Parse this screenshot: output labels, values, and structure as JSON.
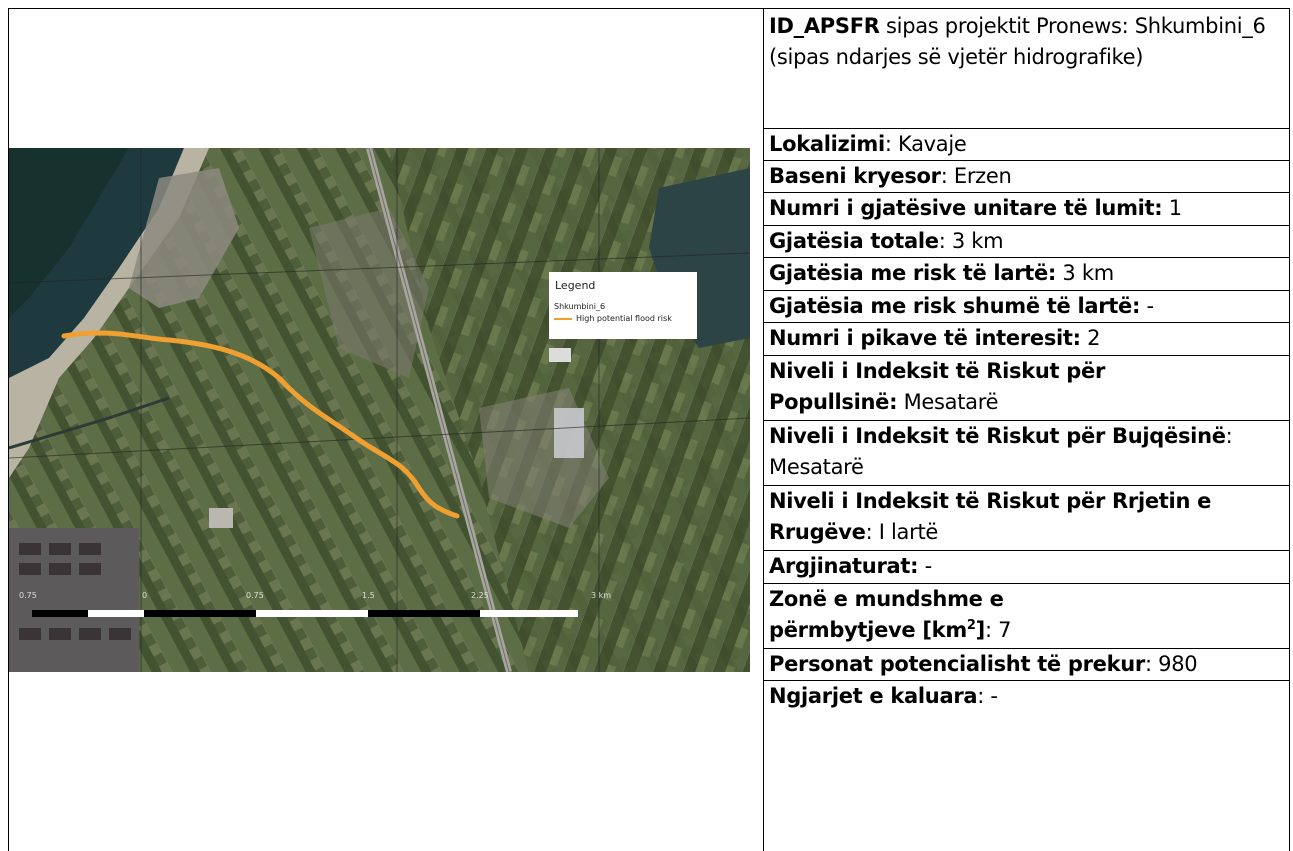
{
  "header": {
    "id_label": "ID_APSFR",
    "id_text": " sipas projektit Pronews: Shkumbini_6 (sipas ndarjes së vjetër hidrografike)"
  },
  "fields": [
    {
      "label": "Lokalizimi",
      "value": ": Kavaje"
    },
    {
      "label": "Baseni kryesor",
      "value": ": Erzen"
    },
    {
      "label": "Numri i gjatësive unitare të lumit:",
      "value": " 1"
    },
    {
      "label": "Gjatësia totale",
      "value": ": 3 km"
    },
    {
      "label": "Gjatësia me risk të lartë:",
      "value": " 3 km"
    },
    {
      "label": "Gjatësia me risk shumë të lartë:",
      "value": " -"
    },
    {
      "label": "Numri i pikave të interesit:",
      "value": " 2"
    },
    {
      "label": "Niveli i Indeksit të Riskut për Popullsinë:",
      "value": " Mesatarë"
    },
    {
      "label": "Niveli i Indeksit të Riskut për Bujqësinë",
      "value": ": Mesatarë"
    },
    {
      "label": "Niveli i Indeksit të Riskut për Rrjetin e Rrugëve",
      "value": ": I lartë"
    },
    {
      "label": "Argjinaturat:",
      "value": " -"
    },
    {
      "label": "Zonë e mundshme e përmbytjeve [km",
      "value": ": 7",
      "sup": "2",
      "label_end": "]"
    },
    {
      "label": "Personat potencialisht të prekur",
      "value": ": 980"
    },
    {
      "label": "Ngjarjet e kaluara",
      "value": ": -"
    }
  ],
  "map": {
    "legend_title": "Legend",
    "legend_layer": "Shkumbini_6",
    "legend_item": "High potential flood risk",
    "river_color": "#f0a030",
    "scale_labels": [
      "0.75",
      "0",
      "0.75",
      "1.5",
      "2.25",
      "3 km"
    ]
  }
}
